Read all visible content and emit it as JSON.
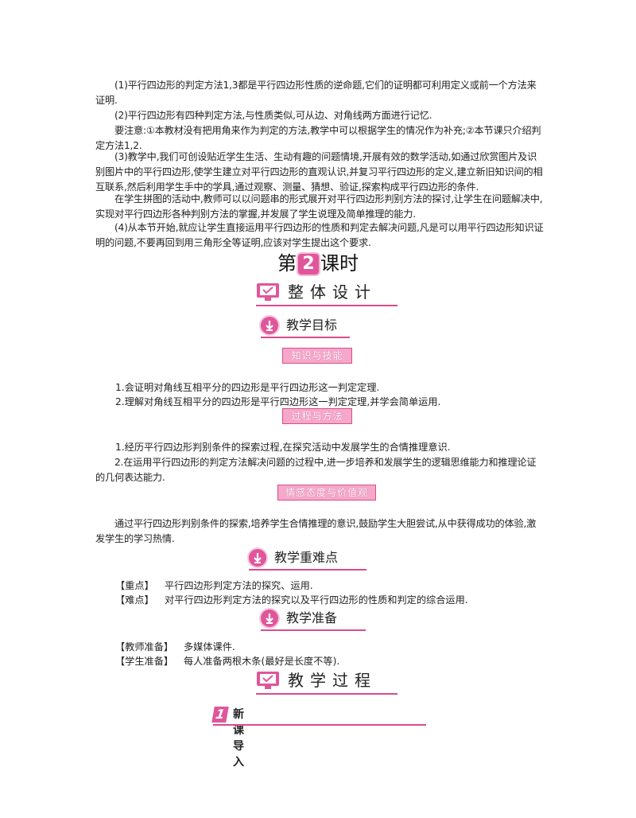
{
  "intro_paragraphs": [
    "(1)平行四边形的判定方法1,3都是平行四边形性质的逆命题,它们的证明都可利用定义或前一个方法来证明.",
    "(2)平行四边形有四种判定方法,与性质类似,可从边、对角线两方面进行记忆.",
    "要注意:①本教材没有把用角来作为判定的方法,教学中可以根据学生的情况作为补充;②本节课只介绍判定方法1,2.",
    "(3)教学中,我们可创设贴近学生生活、生动有趣的问题情境,开展有效的数学活动,如通过欣赏图片及识别图片中的平行四边形,使学生建立对平行四边形的直观认识,并复习平行四边形的定义,建立新旧知识间的相互联系,然后利用学生手中的学具,通过观察、测量、猜想、验证,探索构成平行四边形的条件.",
    "在学生拼图的活动中,教师可以以问题串的形式展开对平行四边形判别方法的探讨,让学生在问题解决中,实现对平行四边形各种判别方法的掌握,并发展了学生说理及简单推理的能力.",
    "(4)从本节开始,就应让学生直接运用平行四边形的性质和判定去解决问题,凡是可以用平行四边形知识证明的问题,不要再回到用三角形全等证明,应该对学生提出这个要求."
  ],
  "lesson": {
    "prefix": "第",
    "number": "2",
    "suffix": "课时"
  },
  "sections": {
    "overall_design": "整体设计",
    "teaching_goals": "教学目标",
    "key_points": "教学重难点",
    "preparation": "教学准备",
    "process": "教学过程"
  },
  "tags": {
    "knowledge": "知识与技能",
    "process_method": "过程与方法",
    "attitude": "情感态度与价值观"
  },
  "knowledge_items": [
    "1.会证明对角线互相平分的四边形是平行四边形这一判定定理.",
    "2.理解对角线互相平分的四边形是平行四边形这一判定定理,并学会简单运用."
  ],
  "process_items": [
    "1.经历平行四边形判别条件的探索过程,在探究活动中发展学生的合情推理意识.",
    "2.在运用平行四边形的判定方法解决问题的过程中,进一步培养和发展学生的逻辑思维能力和推理论证的几何表达能力."
  ],
  "attitude_text": "通过平行四边形判别条件的探索,培养学生合情推理的意识,鼓励学生大胆尝试,从中获得成功的体验,激发学生的学习热情.",
  "key_difficult": {
    "key_label": "【重点】",
    "key_value": "平行四边形判定方法的探究、运用.",
    "difficult_label": "【难点】",
    "difficult_value": "对平行四边形判定方法的探究以及平行四边形的性质和判定的综合运用."
  },
  "preparation": {
    "teacher_label": "【教师准备】",
    "teacher_value": "多媒体课件.",
    "student_label": "【学生准备】",
    "student_value": "每人准备两根木条(最好是长度不等)."
  },
  "step1": {
    "number": "1",
    "label": "新课导入"
  },
  "colors": {
    "accent": "#e0569a",
    "tag_fill": "#f6a8cb",
    "rule": "#d94c8d"
  }
}
